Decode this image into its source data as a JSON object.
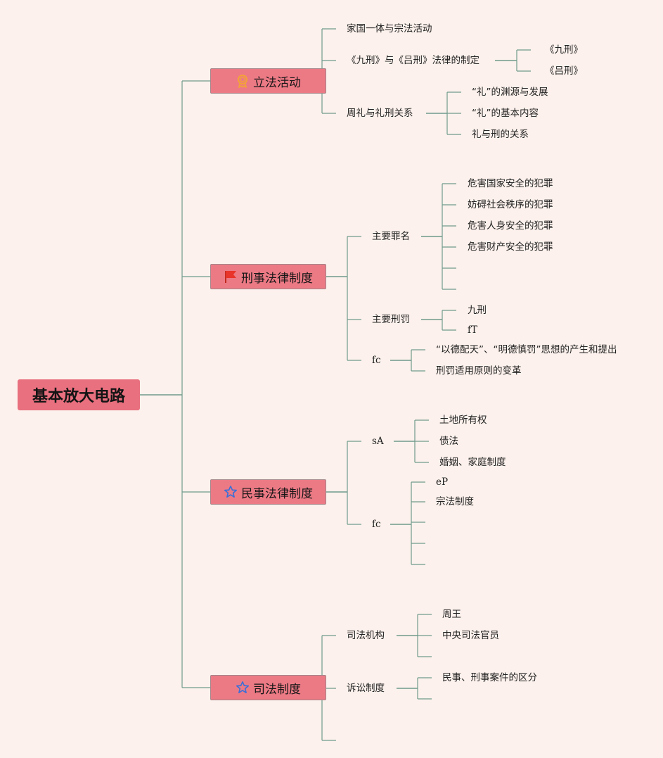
{
  "root": {
    "label": "基本放大电路"
  },
  "branches": [
    {
      "label": "立法活动",
      "icon": "award-ribbon-icon",
      "children": [
        {
          "label": "家国一体与宗法活动"
        },
        {
          "label": "《九刑》与《吕刑》法律的制定",
          "children": [
            "《九刑》",
            "《吕刑》"
          ]
        },
        {
          "label": "周礼与礼刑关系",
          "children": [
            "“礼”的渊源与发展",
            "“礼”的基本内容",
            "礼与刑的关系"
          ]
        }
      ]
    },
    {
      "label": "刑事法律制度",
      "icon": "red-flag-icon",
      "children": [
        {
          "label": "主要罪名",
          "children": [
            "危害国家安全的犯罪",
            "妨碍社会秩序的犯罪",
            "危害人身安全的犯罪",
            "危害财产安全的犯罪",
            "",
            ""
          ]
        },
        {
          "label": "主要刑罚",
          "children": [
            "九刑",
            "fT"
          ]
        },
        {
          "label": "fc",
          "children": [
            "“以德配天”、“明德慎罚”思想的产生和提出",
            "刑罚适用原则的变革"
          ]
        }
      ]
    },
    {
      "label": "民事法律制度",
      "icon": "star-outline-icon",
      "children": [
        {
          "label": "sA",
          "children": [
            "土地所有权",
            "债法",
            "婚姻、家庭制度"
          ]
        },
        {
          "label": "fc",
          "children": [
            "eP",
            "宗法制度",
            "",
            "",
            ""
          ]
        }
      ]
    },
    {
      "label": "司法制度",
      "icon": "star-outline-icon",
      "children": [
        {
          "label": "司法机构",
          "children": [
            "周王",
            "中央司法官员",
            ""
          ]
        },
        {
          "label": "诉讼制度",
          "children": [
            "民事、刑事案件的区分",
            ""
          ]
        },
        {
          "label": ""
        }
      ]
    }
  ],
  "colors": {
    "background": "#fcf1ec",
    "root_fill": "#e9707f",
    "branch_fill": "#ec7a85",
    "line": "#6f9b8c",
    "star": "#3a6fd8",
    "flag": "#e8342a",
    "award": "#f3a239"
  }
}
